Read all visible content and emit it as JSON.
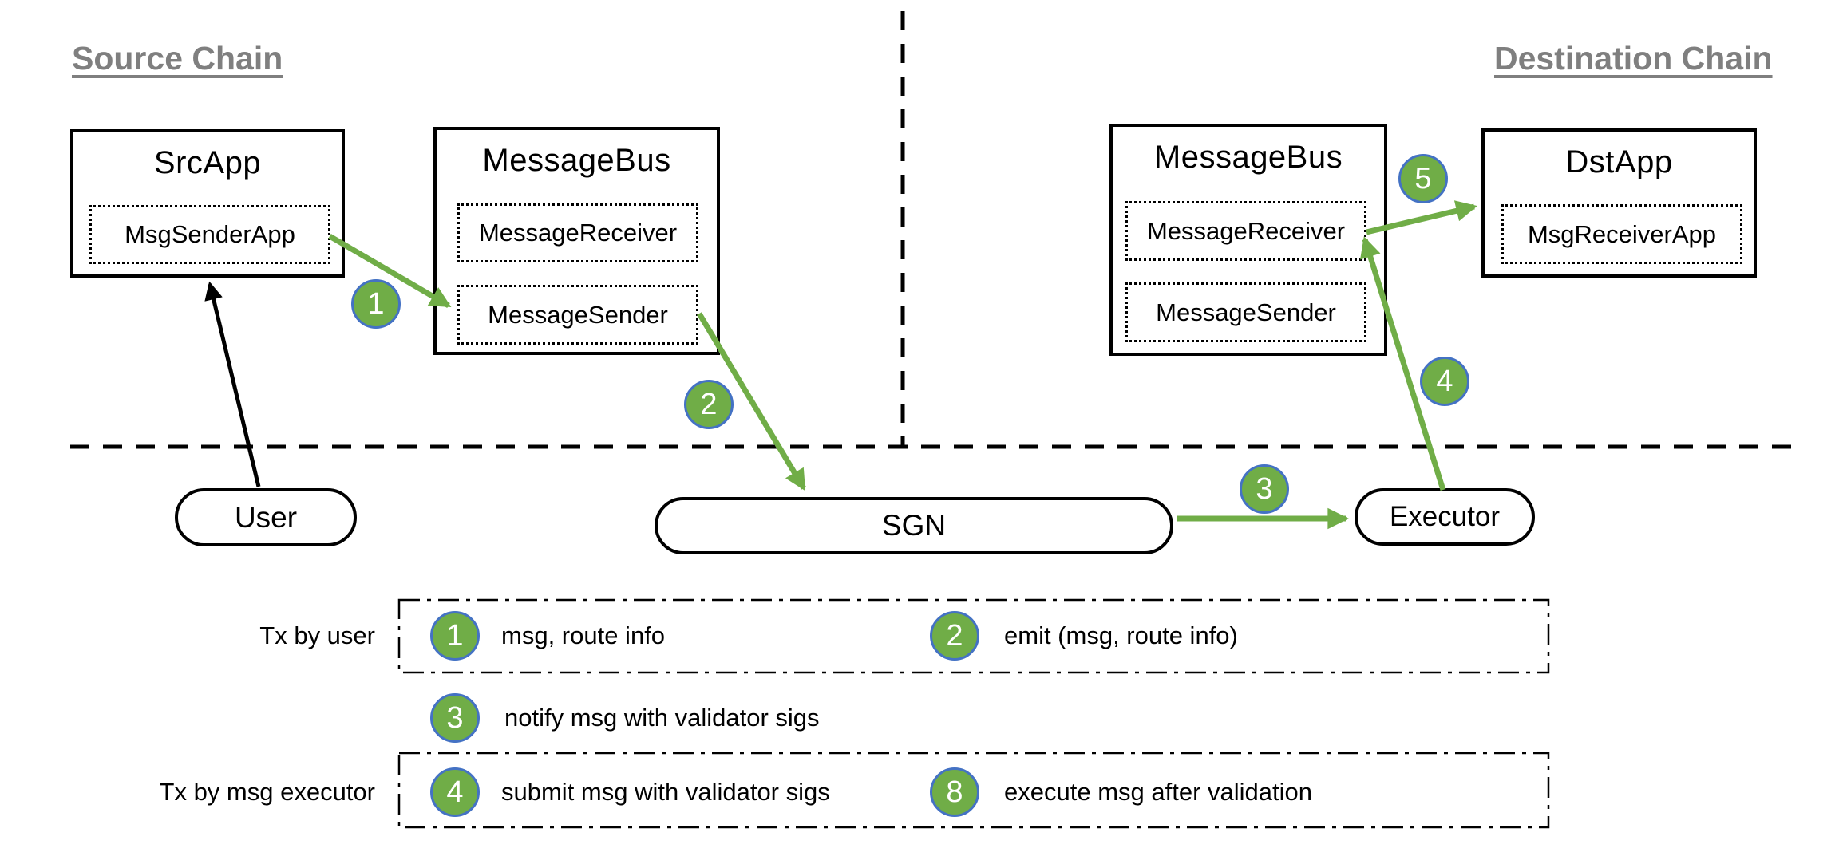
{
  "headings": {
    "source": "Source Chain",
    "destination": "Destination Chain"
  },
  "boxes": {
    "src_app": {
      "title": "SrcApp",
      "inner": "MsgSenderApp"
    },
    "message_bus_left": {
      "title": "MessageBus",
      "receiver": "MessageReceiver",
      "sender": "MessageSender"
    },
    "message_bus_right": {
      "title": "MessageBus",
      "receiver": "MessageReceiver",
      "sender": "MessageSender"
    },
    "dst_app": {
      "title": "DstApp",
      "inner": "MsgReceiverApp"
    }
  },
  "nodes": {
    "user": "User",
    "sgn": "SGN",
    "executor": "Executor"
  },
  "step_markers": {
    "s1": "1",
    "s2": "2",
    "s3": "3",
    "s4": "4",
    "s5": "5"
  },
  "legend": {
    "row1_label": "Tx by user",
    "row3_label": "Tx by msg executor",
    "items": {
      "i1": {
        "num": "1",
        "text": "msg, route info"
      },
      "i2": {
        "num": "2",
        "text": "emit (msg, route info)"
      },
      "i3": {
        "num": "3",
        "text": "notify msg with validator sigs"
      },
      "i4": {
        "num": "4",
        "text": "submit msg with validator sigs"
      },
      "i8": {
        "num": "8",
        "text": "execute msg after validation"
      }
    }
  },
  "colors": {
    "arrow_green": "#70ad47",
    "circle_fill": "#70ad47",
    "circle_ring": "#4472c4",
    "heading_gray": "#7f7f7f",
    "line_black": "#000000"
  }
}
